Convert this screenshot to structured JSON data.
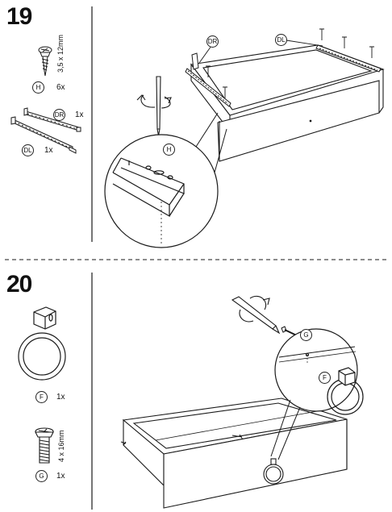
{
  "step19": {
    "number": "19",
    "screw": {
      "size_label": "3,5 x 12mm",
      "part": "H",
      "qty": "6x"
    },
    "rails": [
      {
        "part": "DR",
        "qty": "1x"
      },
      {
        "part": "DL",
        "qty": "1x"
      }
    ],
    "callouts": {
      "dr": "DR",
      "dl": "DL",
      "h": "H"
    }
  },
  "step20": {
    "number": "20",
    "ring": {
      "part": "F",
      "qty": "1x"
    },
    "bolt": {
      "size_label": "4 x 16mm",
      "part": "G",
      "qty": "1x"
    },
    "callouts": {
      "g": "G",
      "f": "F"
    }
  }
}
